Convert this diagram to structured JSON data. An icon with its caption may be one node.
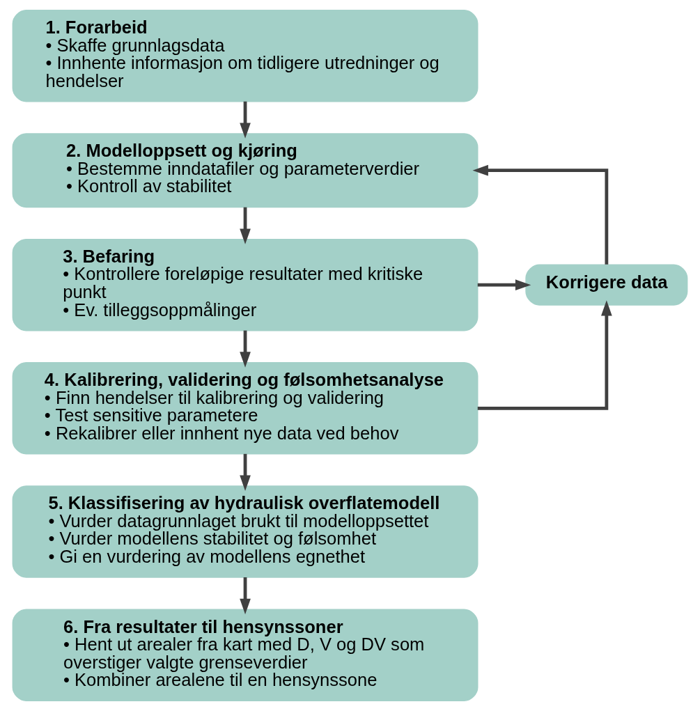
{
  "diagram": {
    "nodes": [
      {
        "text": [
          "1. Forarbeid",
          "• Skaffe grunnlagsdata",
          "• Innhente informasjon om tidligere utredninger og hendelser"
        ]
      },
      {
        "text": [
          "2. Modelloppsett og kjøring",
          "• Bestemme inndatafiler og parameterverdier",
          "• Kontroll av stabilitet"
        ]
      },
      {
        "text": [
          "3. Befaring",
          "• Kontrollere foreløpige resultater med kritiske punkt",
          "• Ev. tilleggsoppmålinger"
        ]
      },
      {
        "text": [
          "4. Kalibrering, validering og følsomhetsanalyse",
          "• Finn hendelser til kalibrering og validering",
          "• Test sensitive parametere",
          "• Rekalibrer eller innhent nye data ved behov"
        ]
      },
      {
        "text": [
          "5. Klassifisering av hydraulisk overflatemodell",
          "• Vurder datagrunnlaget brukt til modelloppsettet",
          "• Vurder modellens stabilitet og følsomhet",
          "• Gi en vurdering av modellens egnethet"
        ]
      },
      {
        "text": [
          "6. Fra resultater til hensynssoner",
          "• Hent ut arealer fra kart med D, V og DV som overstiger valgte grenseverdier",
          "• Kombiner arealene til en hensynssone"
        ]
      },
      {
        "text": [
          "Korrigere data"
        ]
      }
    ],
    "edges": [
      {
        "from": 0,
        "to": 1,
        "arrow": "to"
      },
      {
        "from": 1,
        "to": 2,
        "arrow": "to"
      },
      {
        "from": 2,
        "to": 3,
        "arrow": "to"
      },
      {
        "from": 3,
        "to": 4,
        "arrow": "to"
      },
      {
        "from": 4,
        "to": 5,
        "arrow": "to"
      },
      {
        "from": 2,
        "to": 6,
        "arrow": "to"
      },
      {
        "from": 6,
        "to": 1,
        "arrow": "to"
      },
      {
        "from": 3,
        "to": 6,
        "arrow": "to"
      }
    ]
  }
}
